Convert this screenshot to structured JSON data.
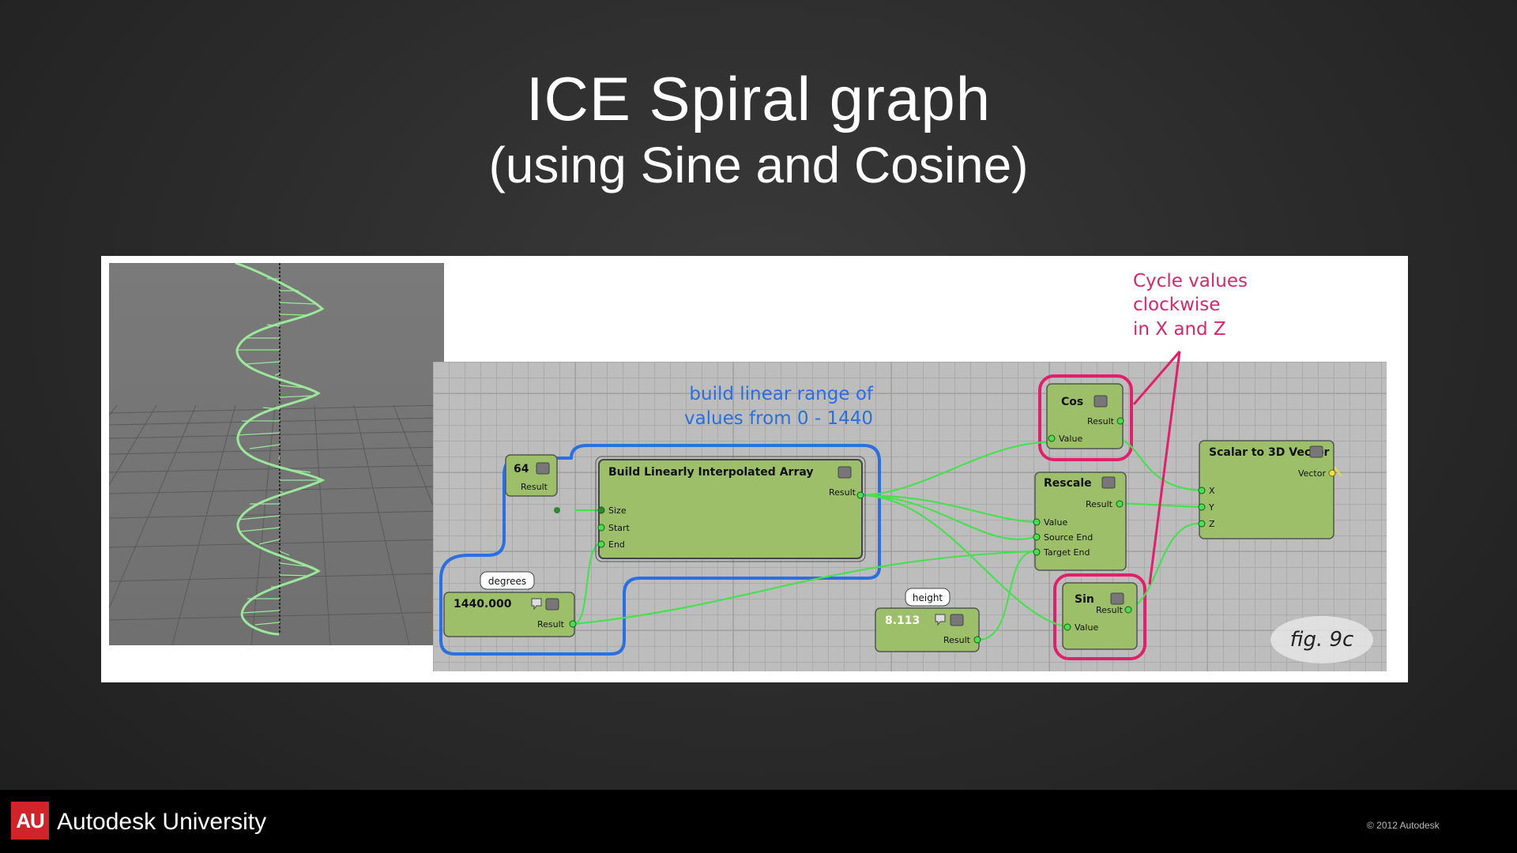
{
  "slide": {
    "title": "ICE Spiral graph",
    "subtitle": "(using Sine and Cosine)"
  },
  "annotations": {
    "range_note_line1": "build linear range of",
    "range_note_line2": "values from 0 - 1440",
    "cycle_note_line1": "Cycle values",
    "cycle_note_line2": "clockwise",
    "cycle_note_line3": "in X and Z",
    "figure_label": "fig. 9c"
  },
  "nodes": {
    "n64": {
      "title": "64",
      "port_result": "Result"
    },
    "build": {
      "title": "Build Linearly Interpolated Array",
      "port_result": "Result",
      "port_size": "Size",
      "port_start": "Start",
      "port_end": "End"
    },
    "degrees": {
      "tag": "degrees",
      "title": "1440.000",
      "port_result": "Result"
    },
    "cos": {
      "title": "Cos",
      "port_result": "Result",
      "port_value": "Value"
    },
    "rescale": {
      "title": "Rescale",
      "port_result": "Result",
      "port_value": "Value",
      "port_source_end": "Source End",
      "port_target_end": "Target End"
    },
    "sin": {
      "title": "Sin",
      "port_result": "Result",
      "port_value": "Value"
    },
    "height": {
      "tag": "height",
      "title": "8.113",
      "port_result": "Result"
    },
    "s2v": {
      "title": "Scalar to 3D Vector",
      "port_vector": "Vector",
      "port_x": "X",
      "port_y": "Y",
      "port_z": "Z"
    }
  },
  "footer": {
    "logo": "AU",
    "brand": "Autodesk University",
    "copyright": "© 2012 Autodesk"
  },
  "colors": {
    "node_fill": "#9dbf6a",
    "wire": "#48e050",
    "blue_outline": "#2b6fe0",
    "red_outline": "#e0206a",
    "annotation_blue": "#2a6fe0",
    "annotation_pink": "#d4286e"
  }
}
